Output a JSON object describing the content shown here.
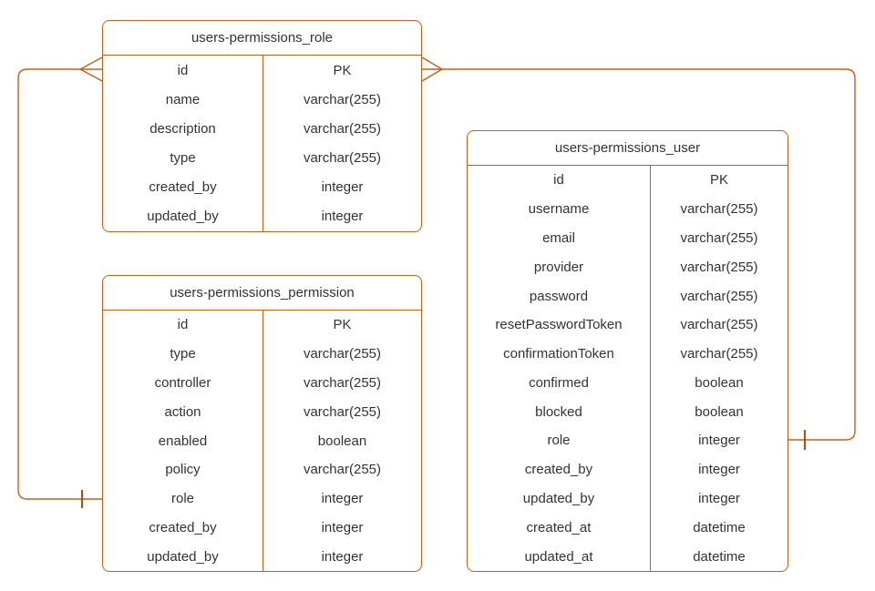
{
  "diagram": {
    "type": "entity-relationship",
    "colors": {
      "background": "#ffffff",
      "stroke": "#c2611c",
      "tick": "#a9520e",
      "text": "#333333"
    },
    "tables": [
      {
        "title": "users-permissions_role",
        "fields": [
          {
            "name": "id",
            "type": "PK"
          },
          {
            "name": "name",
            "type": "varchar(255)"
          },
          {
            "name": "description",
            "type": "varchar(255)"
          },
          {
            "name": "type",
            "type": "varchar(255)"
          },
          {
            "name": "created_by",
            "type": "integer"
          },
          {
            "name": "updated_by",
            "type": "integer"
          }
        ]
      },
      {
        "title": "users-permissions_permission",
        "fields": [
          {
            "name": "id",
            "type": "PK"
          },
          {
            "name": "type",
            "type": "varchar(255)"
          },
          {
            "name": "controller",
            "type": "varchar(255)"
          },
          {
            "name": "action",
            "type": "varchar(255)"
          },
          {
            "name": "enabled",
            "type": "boolean"
          },
          {
            "name": "policy",
            "type": "varchar(255)"
          },
          {
            "name": "role",
            "type": "integer"
          },
          {
            "name": "created_by",
            "type": "integer"
          },
          {
            "name": "updated_by",
            "type": "integer"
          }
        ]
      },
      {
        "title": "users-permissions_user",
        "fields": [
          {
            "name": "id",
            "type": "PK"
          },
          {
            "name": "username",
            "type": "varchar(255)"
          },
          {
            "name": "email",
            "type": "varchar(255)"
          },
          {
            "name": "provider",
            "type": "varchar(255)"
          },
          {
            "name": "password",
            "type": "varchar(255)"
          },
          {
            "name": "resetPasswordToken",
            "type": "varchar(255)"
          },
          {
            "name": "confirmationToken",
            "type": "varchar(255)"
          },
          {
            "name": "confirmed",
            "type": "boolean"
          },
          {
            "name": "blocked",
            "type": "boolean"
          },
          {
            "name": "role",
            "type": "integer"
          },
          {
            "name": "created_by",
            "type": "integer"
          },
          {
            "name": "updated_by",
            "type": "integer"
          },
          {
            "name": "created_at",
            "type": "datetime"
          },
          {
            "name": "updated_at",
            "type": "datetime"
          }
        ]
      }
    ],
    "relationships": [
      {
        "from_table": "users-permissions_role",
        "from_field": "id",
        "from_cardinality": "many",
        "to_table": "users-permissions_permission",
        "to_field": "role",
        "to_cardinality": "one"
      },
      {
        "from_table": "users-permissions_role",
        "from_field": "id",
        "from_cardinality": "many",
        "to_table": "users-permissions_user",
        "to_field": "role",
        "to_cardinality": "one"
      }
    ]
  }
}
